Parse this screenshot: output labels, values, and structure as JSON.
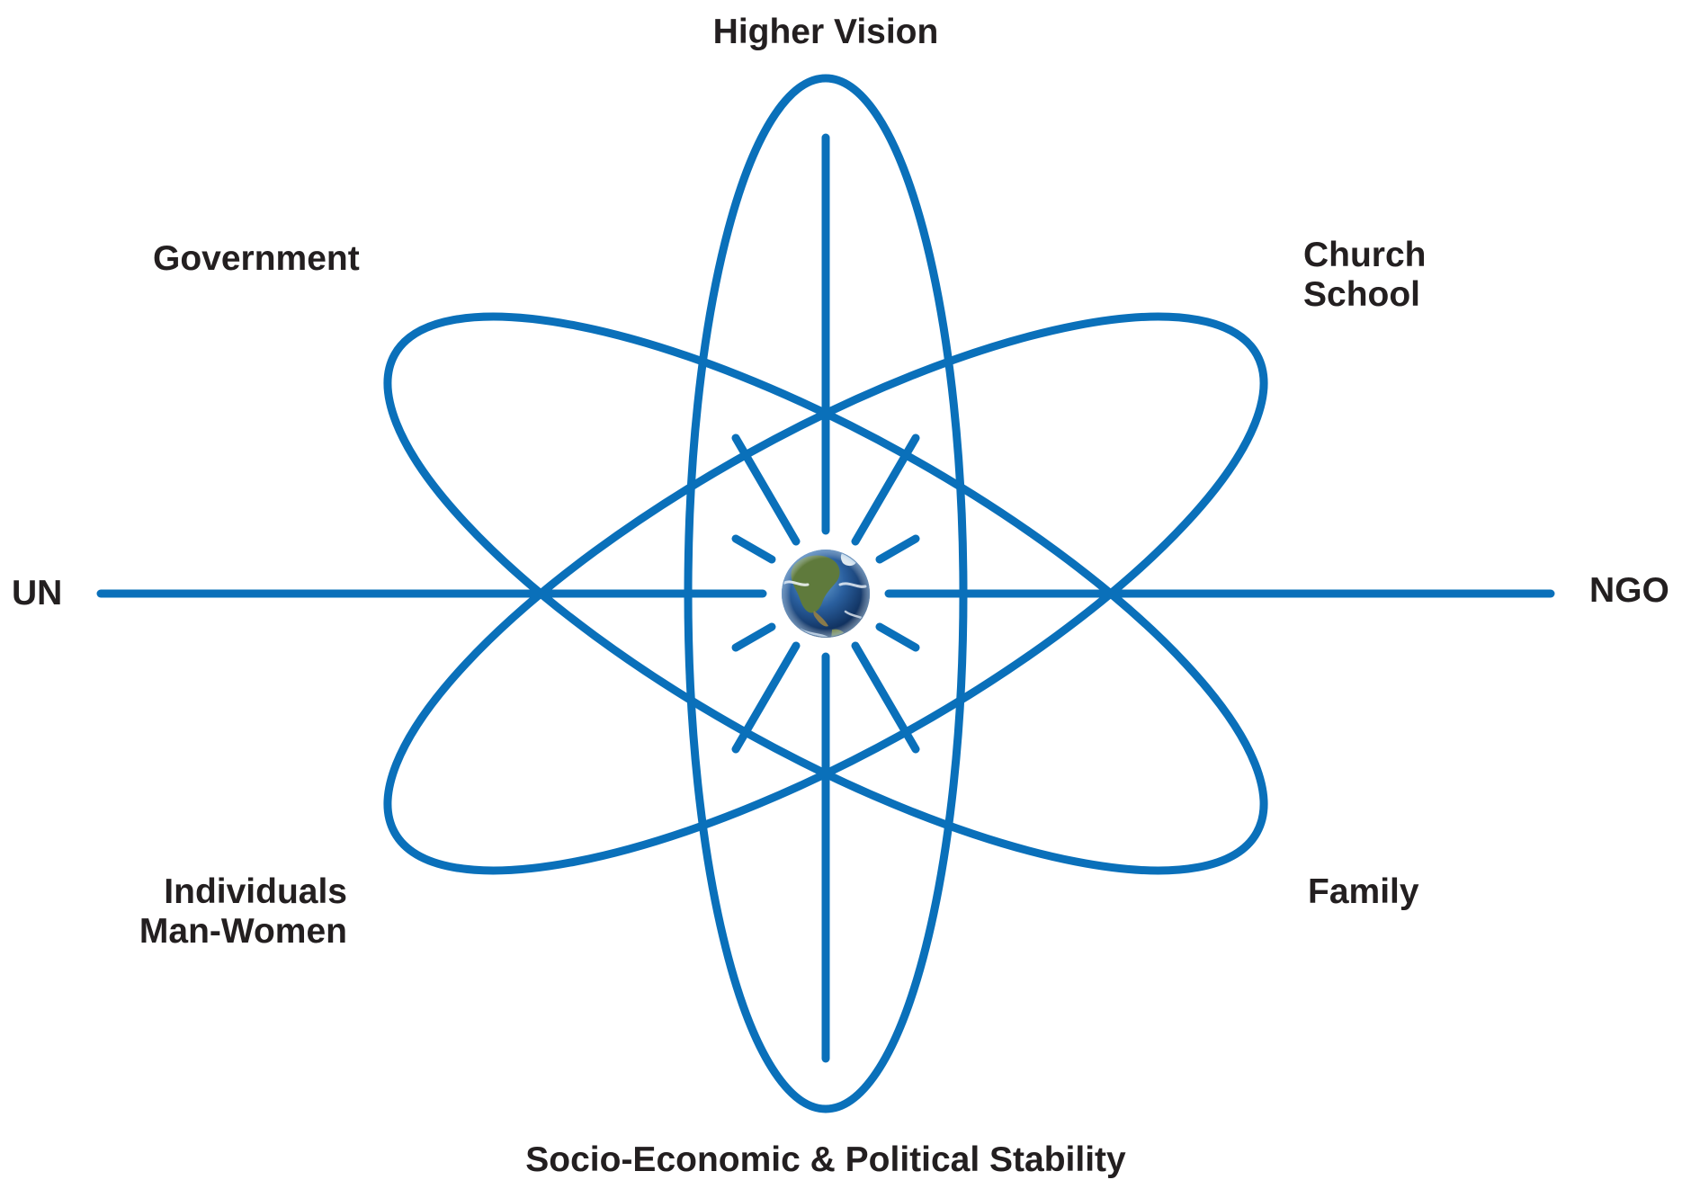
{
  "labels": {
    "top": "Higher Vision",
    "bottom": "Socio-Economic & Political Stability",
    "left": "UN",
    "right": "NGO",
    "upper_left": "Government",
    "upper_right_line1": "Church",
    "upper_right_line2": "School",
    "lower_left_line1": "Individuals",
    "lower_left_line2": "Man-Women",
    "lower_right": "Family"
  },
  "center_icon": "earth-globe-icon",
  "colors": {
    "line": "#0a70ba",
    "text": "#231f20",
    "background": "#ffffff"
  }
}
